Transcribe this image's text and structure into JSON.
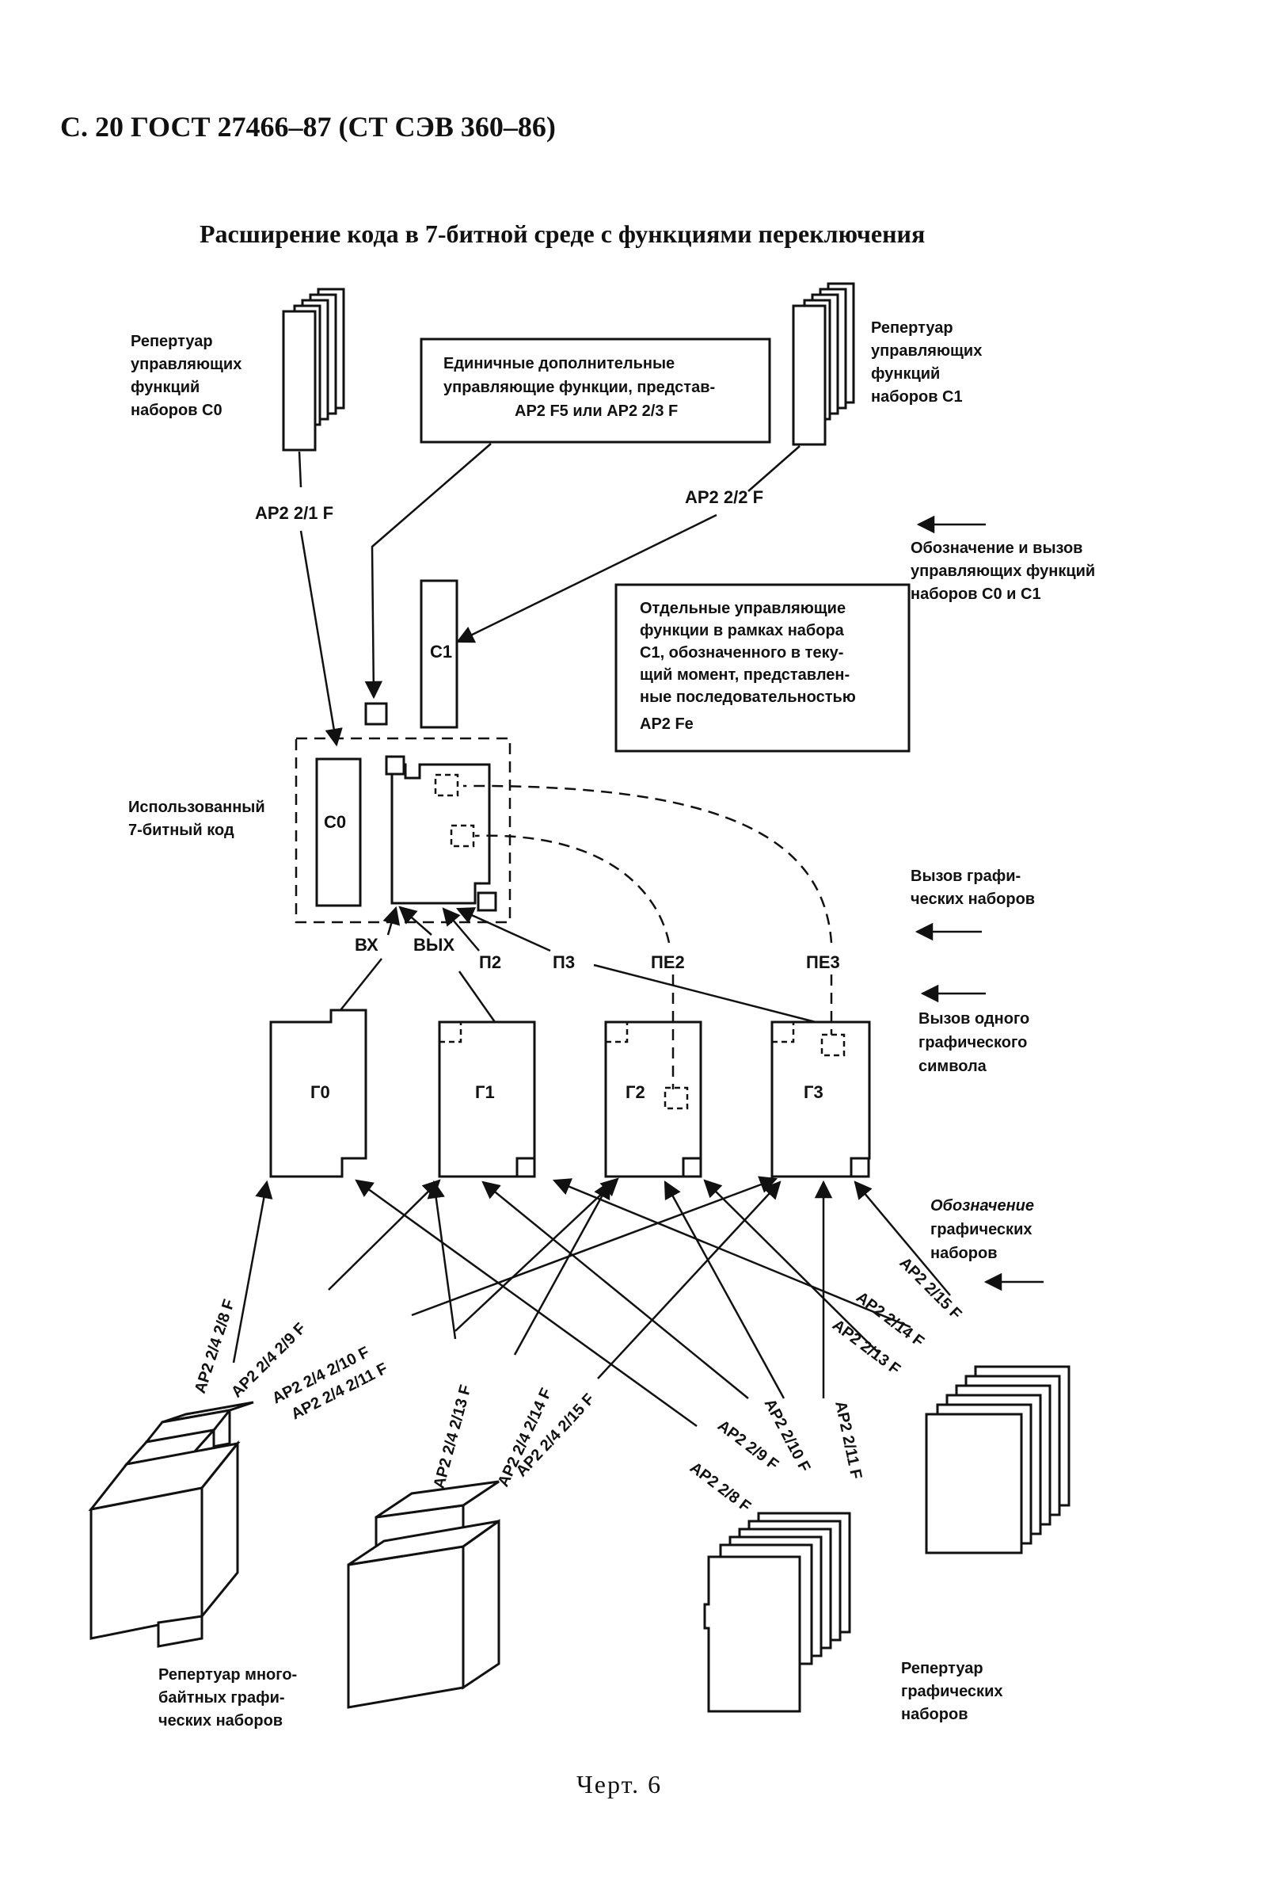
{
  "header": "С. 20 ГОСТ 27466–87 (СТ СЭВ 360–86)",
  "title": "Расширение кода в 7-битной среде с функциями переключения",
  "caption": "Черт. 6",
  "labels": {
    "rep_c0": [
      "Репертуар",
      "управляющих",
      "функций",
      "наборов C0"
    ],
    "rep_c1": [
      "Репертуар",
      "управляющих",
      "функций",
      "наборов C1"
    ],
    "single_funcs": [
      "Единичные дополнительные",
      "управляющие функции, представ-"
    ],
    "single_funcs_codes": "AP2  F5  или AP2  2/3 F",
    "designation_c": [
      "Обозначение и вызов",
      "управляющих функций",
      "наборов C0 и C1"
    ],
    "separate_funcs": [
      "Отдельные управляющие",
      "функции в рамках набора",
      "C1, обозначенного в теку-",
      "щий момент, представлен-",
      "ные последовательностью",
      "AP2  Fe"
    ],
    "used_code": [
      "Использованный",
      "7-битный код"
    ],
    "call_graphic_sets": [
      "Вызов графи-",
      "ческих наборов"
    ],
    "call_one_symbol": [
      "Вызов одного",
      "графического",
      "символа"
    ],
    "designation_graphic": [
      "Обозначение",
      "графических",
      "наборов"
    ],
    "rep_multibyte": [
      "Репертуар много-",
      "байтных графи-",
      "ческих наборов"
    ],
    "rep_graphic": [
      "Репертуар",
      "графических",
      "наборов"
    ]
  },
  "codes": {
    "c0_link": "AP2  2/1 F",
    "c1_link": "AP2  2/2 F",
    "g_links": [
      "AP2 2/4 2/8  F",
      "AP2 2/4 2/9  F",
      "AP2 2/4 2/10 F",
      "AP2 2/4 2/11 F",
      "AP2 2/4 2/13 F",
      "AP2 2/4 2/14 F",
      "AP2 2/4 2/15 F",
      "AP2 2/8 F",
      "AP2 2/9 F",
      "AP2 2/10 F",
      "AP2 2/11 F",
      "AP2 2/13 F",
      "AP2 2/14 F",
      "AP2 2/15 F"
    ]
  },
  "nodes": {
    "c0": "C0",
    "c1": "C1",
    "g0": "Г0",
    "g1": "Г1",
    "g2": "Г2",
    "g3": "Г3"
  },
  "shifts": {
    "vx": "ВХ",
    "vyx": "ВЫХ",
    "p2": "П2",
    "p3": "П3",
    "pe2": "ПЕ2",
    "pe3": "ПЕ3"
  }
}
